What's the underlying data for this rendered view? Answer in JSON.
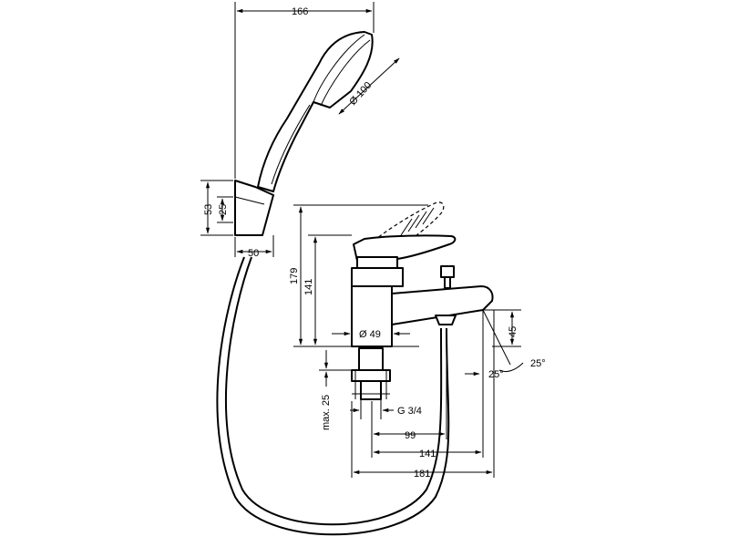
{
  "dimensions": {
    "hand_shower_width": "166",
    "shower_head_diameter": "Ø 100",
    "holder_height": "53",
    "holder_inner": "25",
    "holder_depth": "50",
    "mixer_total_height": "179",
    "mixer_body_height": "141",
    "body_diameter": "Ø 49",
    "spout_height": "45",
    "spout_angle": "25°",
    "spout_angle_2": "25°",
    "deck_thickness_max": "max. 25",
    "connection_thread": "G 3/4",
    "spout_reach_1": "99",
    "spout_reach_2": "141",
    "spout_reach_3": "181"
  },
  "colors": {
    "line": "#000000",
    "background": "#ffffff"
  }
}
